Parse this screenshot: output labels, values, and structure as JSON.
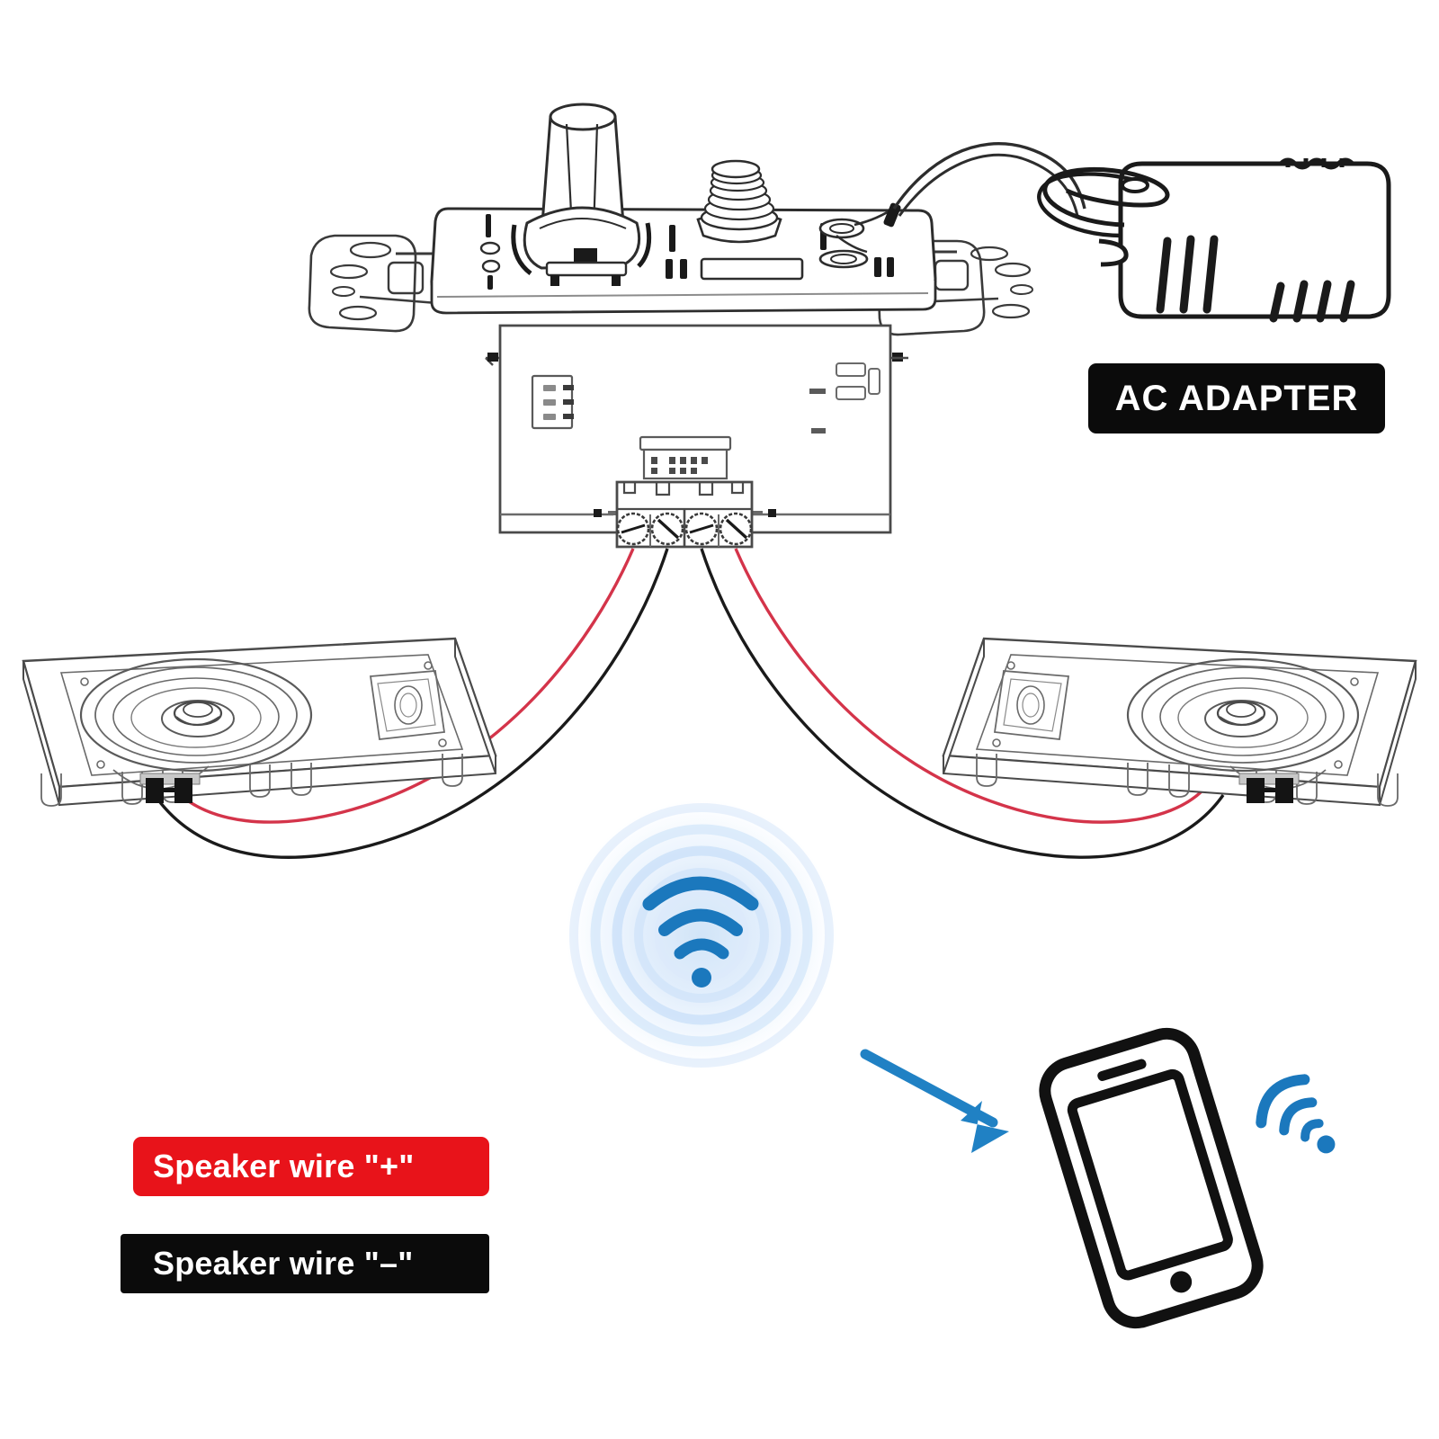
{
  "diagram": {
    "title": "In-ceiling speaker amplifier wiring diagram",
    "background_color": "#ffffff"
  },
  "labels": {
    "ac_adapter": "AC ADAPTER"
  },
  "legend": {
    "items": [
      {
        "text": "Speaker wire \"+\"",
        "color": "#e8131a",
        "polarity": "positive"
      },
      {
        "text": "Speaker wire \"–\"",
        "color": "#0b0b0b",
        "polarity": "negative"
      }
    ],
    "plus_label": "Speaker wire \"+\"",
    "minus_label": "Speaker wire \"–\""
  },
  "components": {
    "amplifier": {
      "name": "wall-plate amplifier",
      "controls": [
        "volume-knob",
        "antenna",
        "dc-power-jack",
        "display-window",
        "indicator-leds",
        "toggle-switch"
      ]
    },
    "circuit_board": {
      "name": "amplifier circuit board",
      "terminal_block": {
        "positions": 4,
        "terminals": [
          "+ Left",
          "– Left",
          "– Right",
          "+ Right"
        ]
      },
      "header_pins": 4
    },
    "ac_adapter": {
      "name": "AC adapter power brick",
      "vent_slots": 7
    },
    "speaker_left": {
      "name": "left in-ceiling speaker",
      "terminals": 2
    },
    "speaker_right": {
      "name": "right in-ceiling speaker",
      "terminals": 2
    },
    "wifi_signal": {
      "name": "wifi broadcast",
      "halo_rings": 5
    },
    "smartphone": {
      "name": "smartphone receiver",
      "wifi_bars": 3
    }
  },
  "colors": {
    "wire_positive": "#d4344a",
    "wire_negative": "#1a1a1a",
    "wifi_blue": "#1b78bd",
    "wifi_halo": "#bcd9f2",
    "arrow_blue": "#2081c4",
    "line_art": "#3a3a3a",
    "badge_red": "#e8131a",
    "badge_black": "#0b0b0b"
  }
}
